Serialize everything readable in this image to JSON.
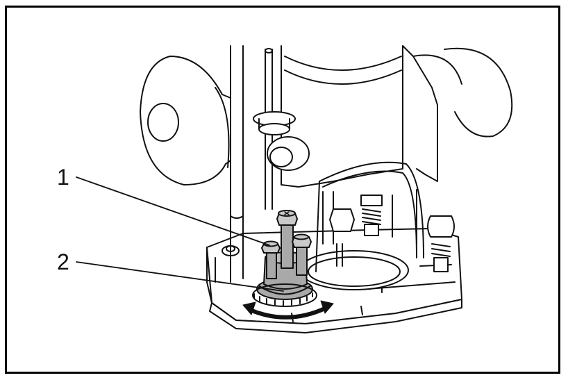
{
  "callouts": [
    {
      "number": "1",
      "target": "stopper-pole-screws"
    },
    {
      "number": "2",
      "target": "stopper-block"
    }
  ],
  "colors": {
    "line": "#111111",
    "part_fill": "#a9a9a9",
    "part_fill_light": "#c9c9c9",
    "background": "#ffffff",
    "frame": "#000000"
  },
  "icons": [
    "rotation-arrow-icon"
  ]
}
